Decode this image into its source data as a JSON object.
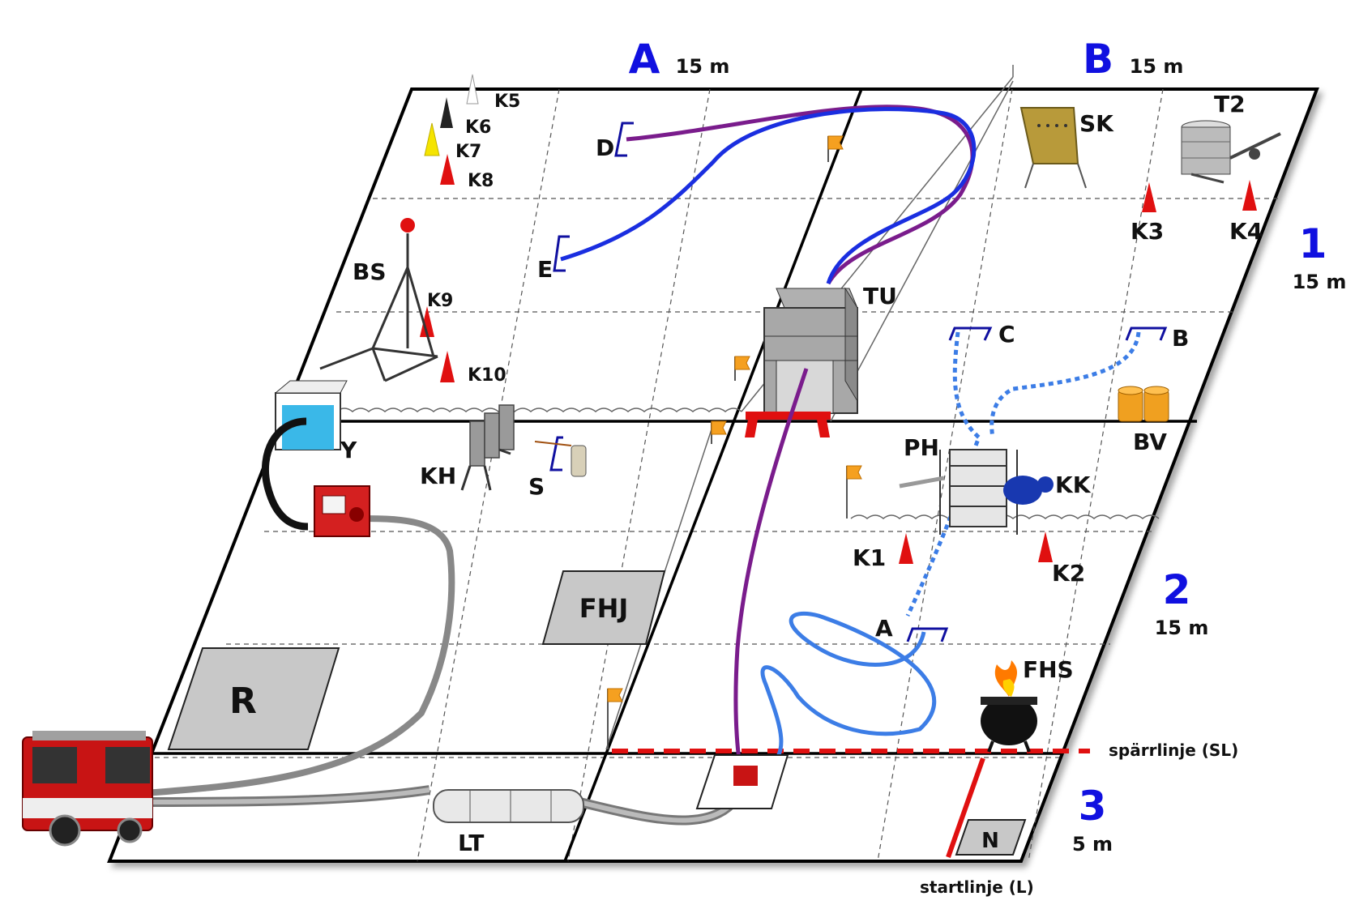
{
  "columns": [
    {
      "letter": "A",
      "width": "15 m"
    },
    {
      "letter": "B",
      "width": "15 m"
    }
  ],
  "rows": [
    {
      "number": "1",
      "depth": "15 m"
    },
    {
      "number": "2",
      "depth": "15 m"
    },
    {
      "number": "3",
      "depth": "5 m"
    }
  ],
  "lines": {
    "barrier": "spärrlinje (SL)",
    "start": "startlinje (L)"
  },
  "zones": {
    "R": "R",
    "FHJ": "FHJ",
    "N": "N"
  },
  "stations": {
    "K5": "K5",
    "K6": "K6",
    "K7": "K7",
    "K8": "K8",
    "K9": "K9",
    "K10": "K10",
    "K1": "K1",
    "K2": "K2",
    "K3": "K3",
    "K4": "K4",
    "BS": "BS",
    "Y": "Y",
    "KH": "KH",
    "S": "S",
    "TU": "TU",
    "SK": "SK",
    "T2": "T2",
    "PH": "PH",
    "KK": "KK",
    "BV": "BV",
    "FHS": "FHS",
    "LT": "LT"
  },
  "couplings": {
    "A": "A",
    "B": "B",
    "C": "C",
    "D": "D",
    "E": "E"
  },
  "colors": {
    "column_label": "#1010e0",
    "hose_blue": "#1a2ee0",
    "hose_purple": "#7a1c8c",
    "hose_light": "#3c7de6",
    "supply_hose": "#9a9a9a",
    "cone_red": "#e01010",
    "cone_yellow": "#f5e400",
    "cone_black": "#222222",
    "flag": "#f5a020",
    "barrier_line": "#e01010",
    "truck": "#c81414"
  }
}
